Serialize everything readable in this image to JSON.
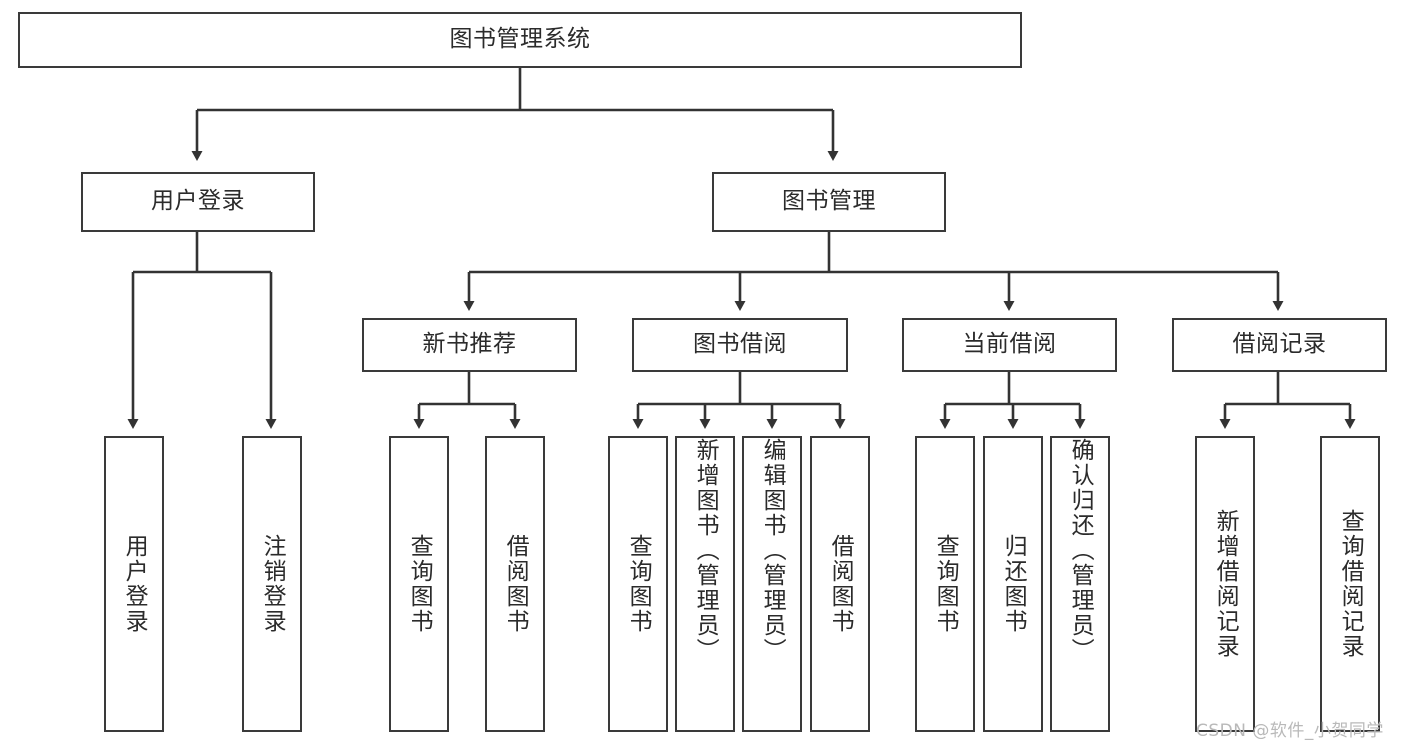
{
  "diagram": {
    "title": "图书管理系统",
    "type": "tree-hierarchy-diagram",
    "watermark": "CSDN @软件_小贺同学",
    "colors": {
      "box_border": "#3a3a3a",
      "box_fill": "#ffffff",
      "connector": "#333333",
      "text": "#2b2b2b",
      "watermark": "#b9b9b9",
      "background": "#ffffff"
    },
    "levels": {
      "root": {
        "label": "图书管理系统"
      },
      "level2": [
        {
          "id": "user-login",
          "label": "用户登录"
        },
        {
          "id": "book-management",
          "label": "图书管理"
        }
      ],
      "level3": [
        {
          "id": "new-book-recommend",
          "label": "新书推荐"
        },
        {
          "id": "book-borrow",
          "label": "图书借阅"
        },
        {
          "id": "current-borrow",
          "label": "当前借阅"
        },
        {
          "id": "borrow-record",
          "label": "借阅记录"
        }
      ],
      "leaves": {
        "user_login": [
          {
            "id": "leaf-user-login",
            "label": "用户登录"
          },
          {
            "id": "leaf-logout-login",
            "label": "注销登录"
          }
        ],
        "new_book_recommend": [
          {
            "id": "leaf-query-book-1",
            "label": "查询图书"
          },
          {
            "id": "leaf-borrow-book-1",
            "label": "借阅图书"
          }
        ],
        "book_borrow": [
          {
            "id": "leaf-query-book-2",
            "label": "查询图书"
          },
          {
            "id": "leaf-add-book",
            "label": "新增图书（管理员）"
          },
          {
            "id": "leaf-edit-book",
            "label": "编辑图书（管理员）"
          },
          {
            "id": "leaf-borrow-book-2",
            "label": "借阅图书"
          }
        ],
        "current_borrow": [
          {
            "id": "leaf-query-book-3",
            "label": "查询图书"
          },
          {
            "id": "leaf-return-book",
            "label": "归还图书"
          },
          {
            "id": "leaf-confirm-return",
            "label": "确认归还（管理员）"
          }
        ],
        "borrow_record": [
          {
            "id": "leaf-add-record",
            "label": "新增借阅记录"
          },
          {
            "id": "leaf-query-record",
            "label": "查询借阅记录"
          }
        ]
      }
    }
  }
}
